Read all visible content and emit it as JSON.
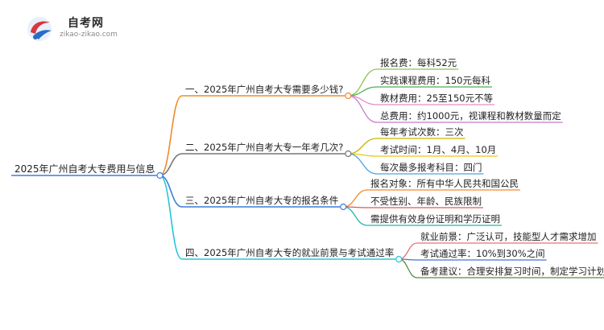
{
  "logo": {
    "name": "自考网",
    "url": "zikao-zikao.com"
  },
  "root": {
    "label": "2025年广州自考大专费用与信息"
  },
  "branches": [
    {
      "label": "一、2025年广州自考大专需要多少钱?",
      "color": "#f08a2c",
      "children": [
        {
          "label": "报名费：每科52元",
          "color": "#8bc34a"
        },
        {
          "label": "实践课程费用：150元每科",
          "color": "#4caf50"
        },
        {
          "label": "教材费用：25至150元不等",
          "color": "#e58cc8"
        },
        {
          "label": "总费用：约1000元，视课程和教材数量而定",
          "color": "#c77ac9"
        }
      ]
    },
    {
      "label": "二、2025年广州自考大专一年考几次?",
      "color": "#777777",
      "children": [
        {
          "label": "每年考试次数：三次",
          "color": "#c8b400"
        },
        {
          "label": "考试时间：1月、4月、10月",
          "color": "#f0c419"
        },
        {
          "label": "每次最多报考科目：四门",
          "color": "#4aa3df"
        }
      ]
    },
    {
      "label": "三、2025年广州自考大专的报名条件",
      "color": "#3d7fd9",
      "children": [
        {
          "label": "报名对象：所有中华人民共和国公民",
          "color": "#f08a2c"
        },
        {
          "label": "不受性别、年龄、民族限制",
          "color": "#e05a4f"
        },
        {
          "label": "需提供有效身份证明和学历证明",
          "color": "#26b5a8"
        }
      ]
    },
    {
      "label": "四、2025年广州自考大专的就业前景与考试通过率",
      "color": "#26c6da",
      "children": [
        {
          "label": "就业前景：广泛认可，技能型人才需求增加",
          "color": "#e57373"
        },
        {
          "label": "考试通过率：10%到30%之间",
          "color": "#4a6fdc"
        },
        {
          "label": "备考建议：合理安排复习时间，制定学习计划",
          "color": "#5b8d3a"
        }
      ]
    }
  ]
}
